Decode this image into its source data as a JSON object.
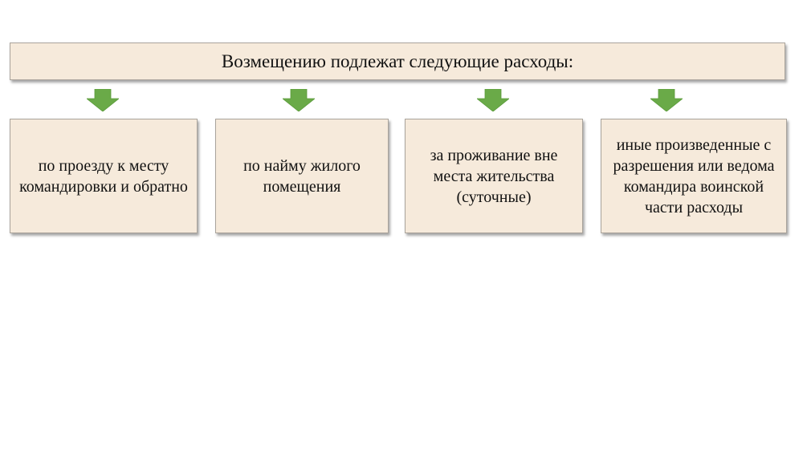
{
  "title": "Возмещению подлежат следующие расходы:",
  "items": [
    {
      "label": "по проезду к месту командировки и обратно"
    },
    {
      "label": "по найму жилого помещения"
    },
    {
      "label": "за проживание вне места жительства (суточные)"
    },
    {
      "label": "иные произведенные с разрешения или ведома командира воинской части расходы"
    }
  ],
  "colors": {
    "box_fill": "#f6eadb",
    "arrow": "#6aaa48"
  }
}
